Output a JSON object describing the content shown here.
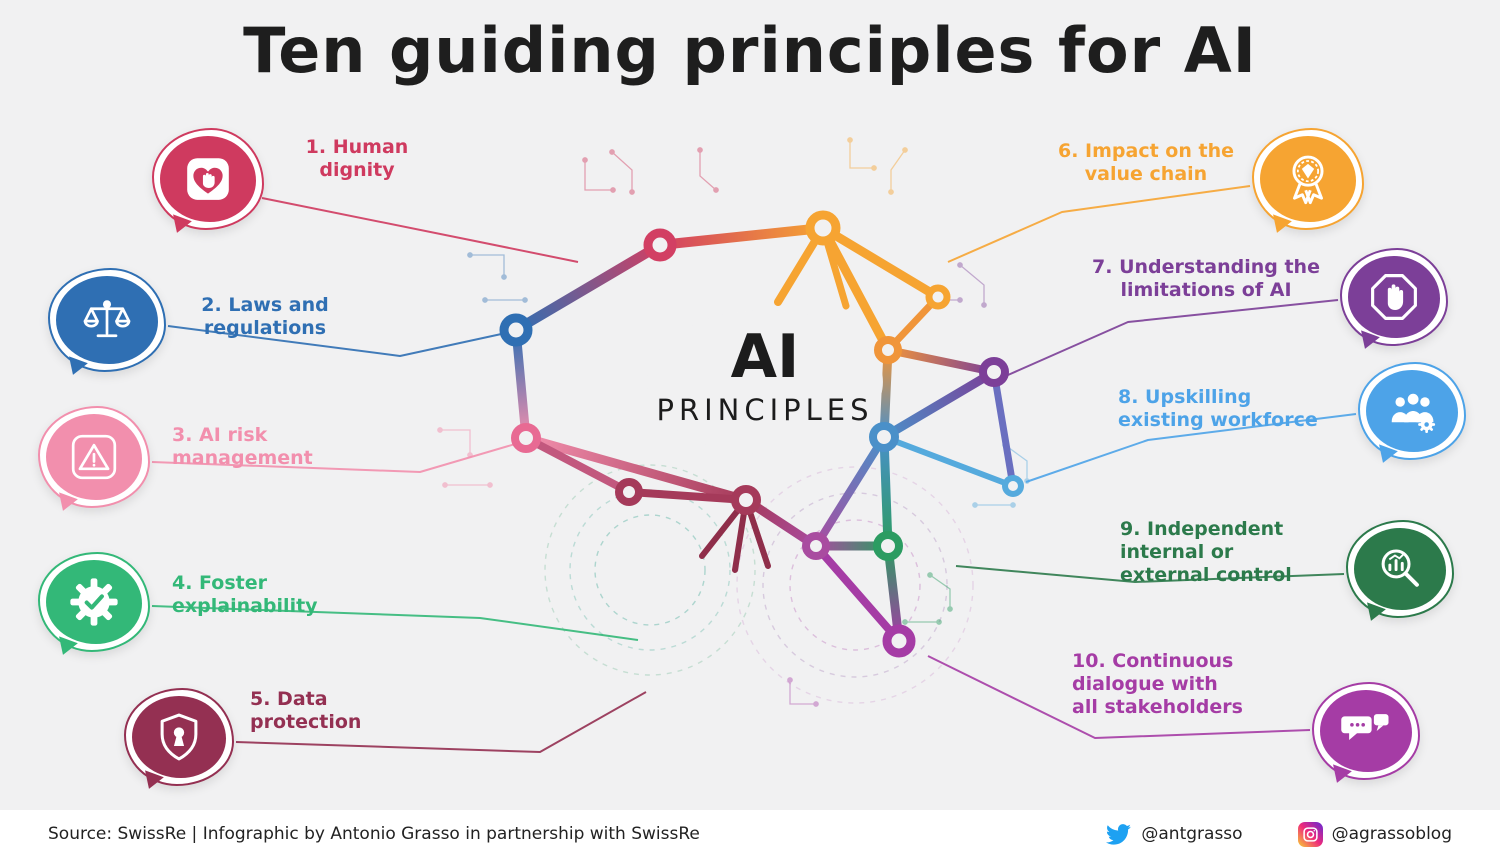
{
  "title": "Ten guiding principles for AI",
  "center": {
    "title": "AI",
    "subtitle": "PRINCIPLES"
  },
  "principles": [
    {
      "label": "1. Human\ndignity",
      "icon": "heart-hand-icon",
      "color": "#cf3a5f"
    },
    {
      "label": "2. Laws and\nregulations",
      "icon": "scales-icon",
      "color": "#2f6fb3"
    },
    {
      "label": "3. AI risk\nmanagement",
      "icon": "warning-icon",
      "color": "#f28fad"
    },
    {
      "label": "4. Foster\nexplainability",
      "icon": "gear-check-icon",
      "color": "#33b878"
    },
    {
      "label": "5. Data\nprotection",
      "icon": "shield-keyhole-icon",
      "color": "#943052"
    },
    {
      "label": "6. Impact on the\nvalue chain",
      "icon": "medal-icon",
      "color": "#f6a432"
    },
    {
      "label": "7. Understanding the\nlimitations of AI",
      "icon": "stop-hand-icon",
      "color": "#7c3f98"
    },
    {
      "label": "8. Upskilling\nexisting workforce",
      "icon": "people-gear-icon",
      "color": "#4da3e8"
    },
    {
      "label": "9. Independent\ninternal or\nexternal control",
      "icon": "magnifier-chart-icon",
      "color": "#2c7a4b"
    },
    {
      "label": "10. Continuous\ndialogue with\nall stakeholders",
      "icon": "chat-icon",
      "color": "#a53ca5"
    }
  ],
  "footer": {
    "source": "Source: SwissRe | Infographic by Antonio Grasso in partnership with SwissRe",
    "twitter_handle": "@antgrasso",
    "instagram_handle": "@agrassoblog"
  }
}
